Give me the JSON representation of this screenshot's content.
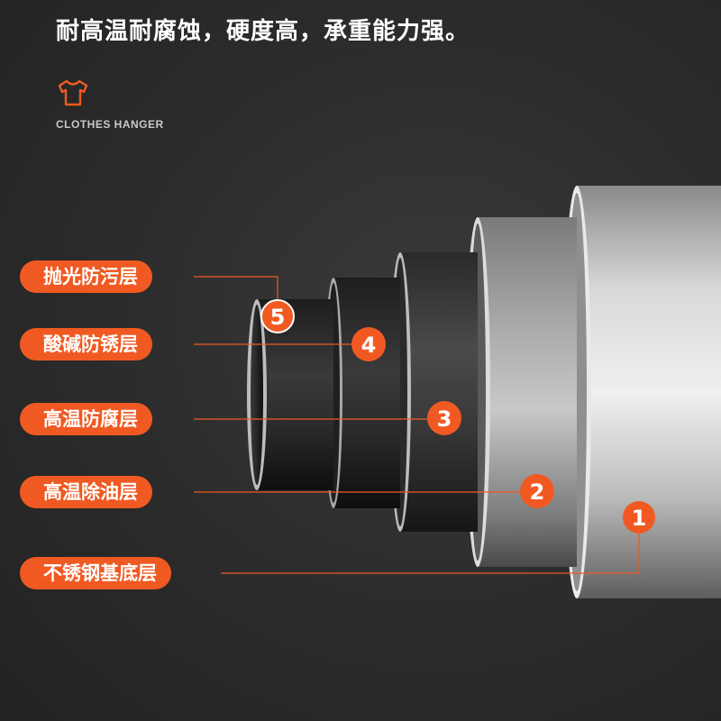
{
  "headline": "耐高温耐腐蚀，硬度高，承重能力强。",
  "brand": {
    "text": "CLOTHES HANGER",
    "icon": "t-shirt-icon",
    "color": "#f05a22"
  },
  "accent_color": "#f05a22",
  "layers": [
    {
      "label": "抛光防污层",
      "number": "5"
    },
    {
      "label": "酸碱防锈层",
      "number": "4"
    },
    {
      "label": "高温防腐层",
      "number": "3"
    },
    {
      "label": "高温除油层",
      "number": "2"
    },
    {
      "label": "不锈钢基底层",
      "number": "1"
    }
  ]
}
